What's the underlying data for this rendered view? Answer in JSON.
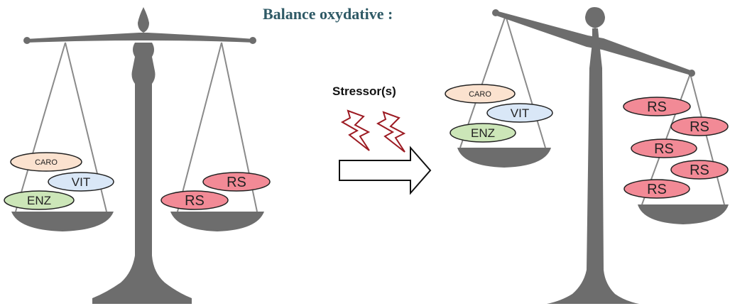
{
  "title": "Balance oxydative :",
  "stressor_label": "Stressor(s)",
  "labels": {
    "caro": "CARO",
    "vit": "VIT",
    "enz": "ENZ",
    "rs": "RS"
  },
  "colors": {
    "scale": "#6d6d6d",
    "scale_dark": "#555555",
    "title": "#2f5a66",
    "caro_fill": "#fbe2cf",
    "vit_fill": "#d9e7f7",
    "enz_fill": "#cce6b8",
    "rs_fill": "#f28a96",
    "lightning": "#9c1a22",
    "arrow_stroke": "#111111"
  }
}
